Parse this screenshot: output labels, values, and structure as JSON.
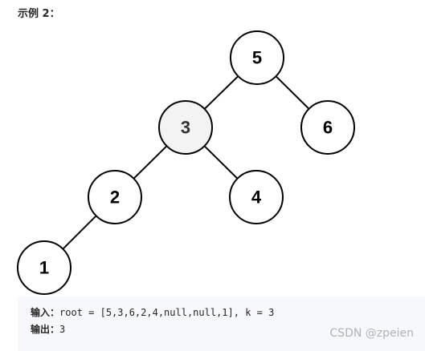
{
  "heading": "示例 2：",
  "tree": {
    "nodes": [
      {
        "id": "5",
        "label": "5",
        "highlighted": false
      },
      {
        "id": "3",
        "label": "3",
        "highlighted": true
      },
      {
        "id": "6",
        "label": "6",
        "highlighted": false
      },
      {
        "id": "2",
        "label": "2",
        "highlighted": false
      },
      {
        "id": "4",
        "label": "4",
        "highlighted": false
      },
      {
        "id": "1",
        "label": "1",
        "highlighted": false
      }
    ],
    "edges": [
      {
        "from": "5",
        "to": "3"
      },
      {
        "from": "5",
        "to": "6"
      },
      {
        "from": "3",
        "to": "2"
      },
      {
        "from": "3",
        "to": "4"
      },
      {
        "from": "2",
        "to": "1"
      }
    ],
    "colors": {
      "node_fill": "#ffffff",
      "highlight_fill": "#f3f3f3",
      "label": "#000000",
      "highlight_label": "#333333"
    }
  },
  "example": {
    "input_label": "输入：",
    "input_value": "root = [5,3,6,2,4,null,null,1], k = 3",
    "output_label": "输出：",
    "output_value": "3"
  },
  "watermark": "CSDN @zpeien"
}
